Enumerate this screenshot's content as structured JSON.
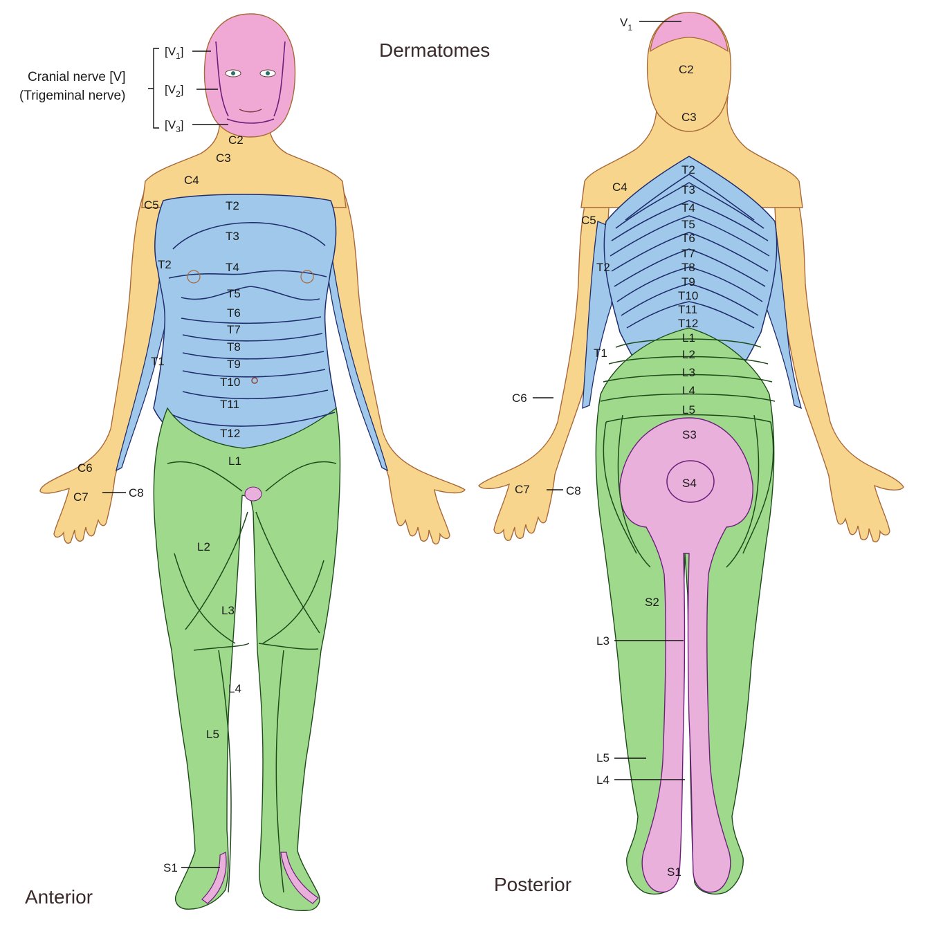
{
  "title": "Dermatomes",
  "views": {
    "anterior": "Anterior",
    "posterior": "Posterior"
  },
  "colors": {
    "trigeminal": "#f0a8d4",
    "cervical": "#f7d58c",
    "thoracic": "#9fc8ea",
    "lumbar": "#9fd98b",
    "sacral": "#eab0dc",
    "outline": "#a8683a"
  },
  "anterior": {
    "cranial_nerve": {
      "line1": "Cranial nerve [V]",
      "line2": "(Trigeminal nerve)"
    },
    "trigeminal": {
      "v1": "[V",
      "v1_sub": "1",
      "v2": "[V",
      "v2_sub": "2",
      "v3": "[V",
      "v3_sub": "3",
      "close": "]"
    },
    "labels": {
      "c2": "C2",
      "c3": "C3",
      "c4": "C4",
      "c5": "C5",
      "t2_chest": "T2",
      "t3": "T3",
      "t4": "T4",
      "t5": "T5",
      "t6": "T6",
      "t7": "T7",
      "t8": "T8",
      "t9": "T9",
      "t10": "T10",
      "t11": "T11",
      "t12": "T12",
      "t2_arm": "T2",
      "t1": "T1",
      "c6": "C6",
      "c7": "C7",
      "c8": "C8",
      "l1": "L1",
      "l2": "L2",
      "l3": "L3",
      "l4": "L4",
      "l5": "L5",
      "s1": "S1"
    }
  },
  "posterior": {
    "labels": {
      "v1": "V",
      "v1_sub": "1",
      "c2": "C2",
      "c3": "C3",
      "c4": "C4",
      "c5": "C5",
      "t2": "T2",
      "t3": "T3",
      "t4": "T4",
      "t5": "T5",
      "t6": "T6",
      "t7": "T7",
      "t8": "T8",
      "t9": "T9",
      "t10": "T10",
      "t11": "T11",
      "t12": "T12",
      "t2_arm": "T2",
      "t1": "T1",
      "l1": "L1",
      "l2": "L2",
      "l3": "L3",
      "l4": "L4",
      "l5": "L5",
      "s3": "S3",
      "s4": "S4",
      "s2": "S2",
      "c6": "C6",
      "c7": "C7",
      "c8": "C8",
      "l3_leg": "L3",
      "l5_leg": "L5",
      "l4_leg": "L4",
      "s1": "S1"
    }
  }
}
